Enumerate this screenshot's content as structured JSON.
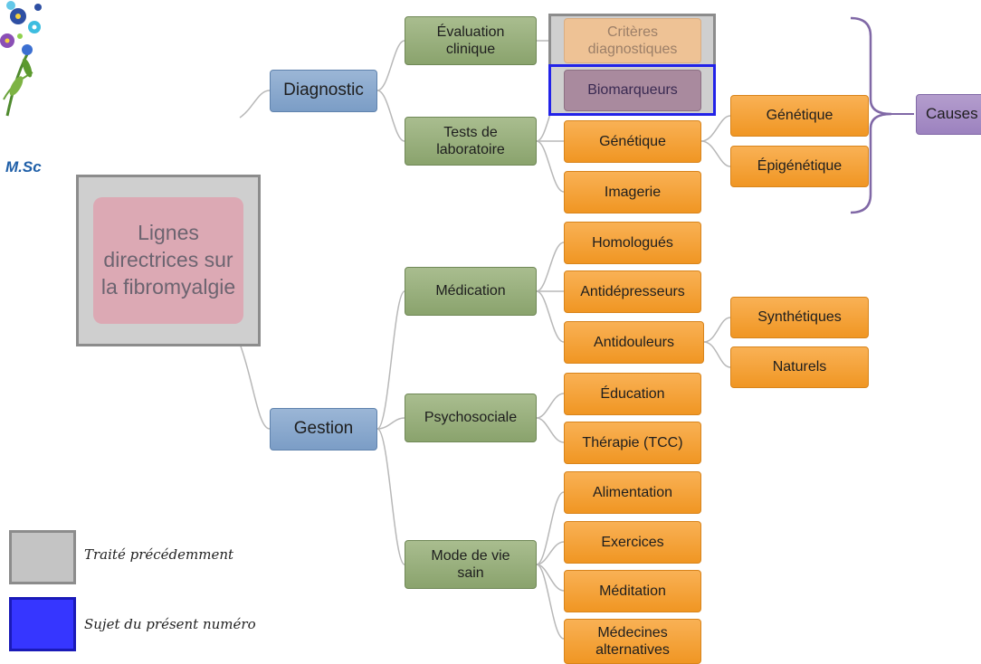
{
  "author": "M.Sc",
  "center": "Lignes directrices sur la fibromyalgie",
  "branches": {
    "diagnostic": "Diagnostic",
    "gestion": "Gestion"
  },
  "diagnostic_children": {
    "evaluation": "Évaluation clinique",
    "tests": "Tests de laboratoire"
  },
  "evaluation_children": {
    "criteres": "Critères diagnostiques"
  },
  "tests_children": {
    "biomarqueurs": "Biomarqueurs",
    "genetique": "Génétique",
    "imagerie": "Imagerie"
  },
  "genetique_children": {
    "genetique": "Génétique",
    "epigenetique": "Épigénétique"
  },
  "causes": "Causes",
  "gestion_children": {
    "medication": "Médication",
    "psychosociale": "Psychosociale",
    "mode_de_vie": "Mode de vie sain"
  },
  "medication_children": {
    "homologues": "Homologués",
    "antidepresseurs": "Antidépresseurs",
    "antidouleurs": "Antidouleurs"
  },
  "antidouleurs_children": {
    "synthetiques": "Synthétiques",
    "naturels": "Naturels"
  },
  "psychosociale_children": {
    "education": "Éducation",
    "therapie": "Thérapie (TCC)"
  },
  "mode_de_vie_children": {
    "alimentation": "Alimentation",
    "exercices": "Exercices",
    "meditation": "Méditation",
    "medecines": "Médecines alternatives"
  },
  "legend": {
    "previous": "Traité précédemment",
    "current": "Sujet du présent numéro",
    "previous_color": "#c4c4c4",
    "current_color": "#3636ff"
  }
}
